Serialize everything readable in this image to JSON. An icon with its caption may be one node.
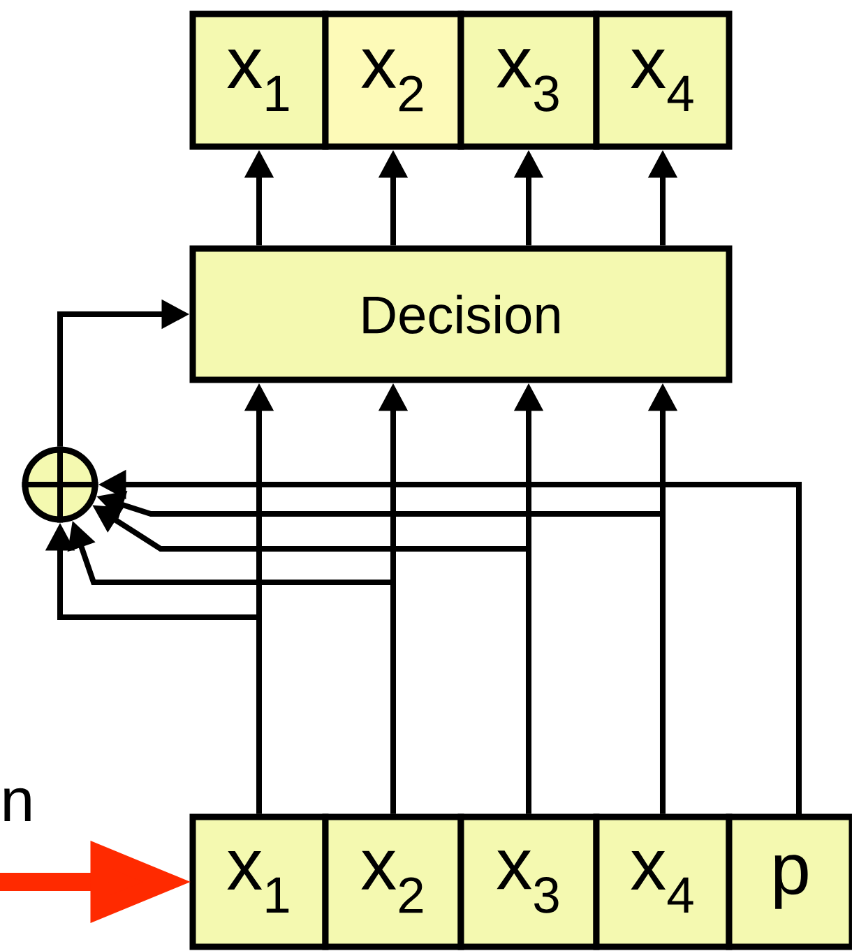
{
  "diagram": {
    "nodes": [
      {
        "text": [
          "x$_{1}$"
        ]
      },
      {
        "text": [
          "x$_{2}$"
        ]
      },
      {
        "text": [
          "x$_{3}$"
        ]
      },
      {
        "text": [
          "x$_{4}$"
        ]
      },
      {
        "text": [
          "Decision"
        ]
      },
      {
        "text": [],
        "shape": "circle"
      },
      {
        "text": [
          "x$_{1}$"
        ]
      },
      {
        "text": [
          "x$_{2}$"
        ]
      },
      {
        "text": [
          "x$_{3}$"
        ]
      },
      {
        "text": [
          "x$_{4}$"
        ]
      },
      {
        "text": [
          "p"
        ]
      }
    ],
    "edges": [
      {
        "from": 4,
        "to": 0,
        "arrow": "to"
      },
      {
        "from": 4,
        "to": 1,
        "arrow": "to"
      },
      {
        "from": 4,
        "to": 2,
        "arrow": "to"
      },
      {
        "from": 4,
        "to": 3,
        "arrow": "to"
      },
      {
        "from": 6,
        "to": 4,
        "arrow": "to"
      },
      {
        "from": 7,
        "to": 4,
        "arrow": "to"
      },
      {
        "from": 8,
        "to": 4,
        "arrow": "to"
      },
      {
        "from": 9,
        "to": 4,
        "arrow": "to"
      },
      {
        "from": 6,
        "to": 5,
        "arrow": "to"
      },
      {
        "from": 7,
        "to": 5,
        "arrow": "to"
      },
      {
        "from": 8,
        "to": 5,
        "arrow": "to"
      },
      {
        "from": 9,
        "to": 5,
        "arrow": "to"
      },
      {
        "from": 10,
        "to": 5,
        "arrow": "to"
      },
      {
        "from": 5,
        "to": 4,
        "arrow": "to"
      },
      {
        "from": null,
        "to": 6,
        "arrow": "to",
        "style": "thick",
        "color": "#ff2a00"
      }
    ],
    "labels": [
      "n"
    ]
  }
}
